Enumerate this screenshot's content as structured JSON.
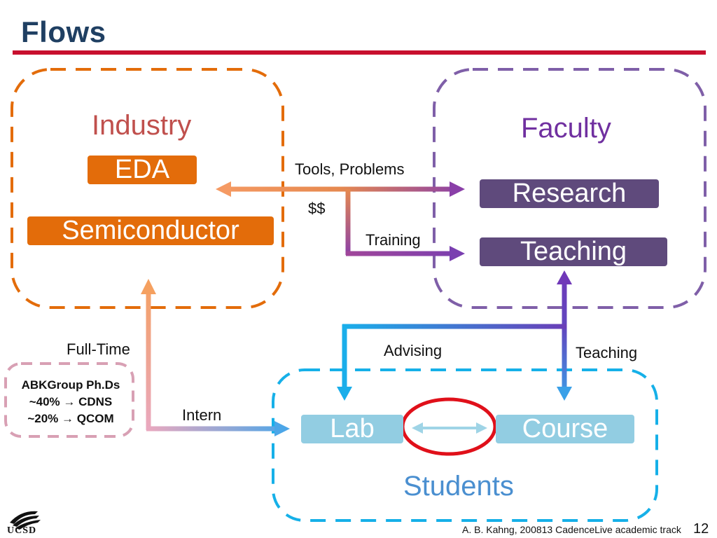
{
  "title": "Flows",
  "colors": {
    "accent_rule": "#c8102e",
    "industry": "#e36c0a",
    "faculty": "#7f5fa8",
    "students": "#16b0e8",
    "abk": "#d8a0b4"
  },
  "industry": {
    "title": "Industry",
    "items": [
      "EDA",
      "Semiconductor"
    ]
  },
  "faculty": {
    "title": "Faculty",
    "items": [
      "Research",
      "Teaching"
    ]
  },
  "students": {
    "title": "Students",
    "items": [
      "Lab",
      "Course"
    ]
  },
  "flows": {
    "tools_problems": "Tools, Problems",
    "money": "$$",
    "training": "Training",
    "full_time": "Full-Time",
    "advising": "Advising",
    "teaching": "Teaching",
    "intern": "Intern"
  },
  "abk_group": {
    "lines": [
      "ABKGroup Ph.Ds",
      "~40% → CDNS",
      "~20% → QCOM"
    ]
  },
  "footer": {
    "text": "A. B. Kahng, 200813 CadenceLive academic track",
    "page": "12"
  },
  "logo": {
    "icon": "ucsd-triton-logo",
    "text": "UCSD"
  }
}
